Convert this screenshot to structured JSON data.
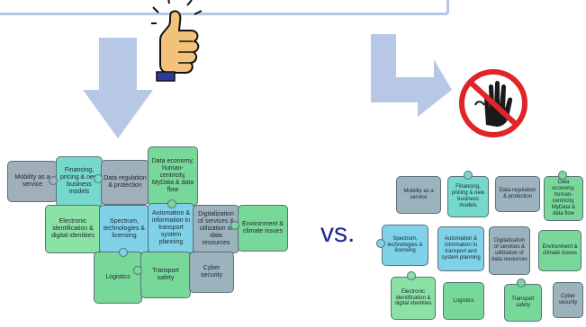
{
  "vs_label": "vs.",
  "colors": {
    "arrow": "#b7c8e6",
    "vs_text": "#1f2a8c",
    "stop_red": "#e0242a",
    "thumb_skin": "#f2c27a"
  },
  "left_puzzle": {
    "mobility": "Mobility as a service",
    "financing": "Financing, pricing & new business models",
    "data_reg": "Data regulation & protection",
    "data_economy": "Data economy, human-centricity, MyData & data flow",
    "eid": "Electronic identification & digital identities",
    "spectrum": "Spectrum, technologies & licensing",
    "automation": "Automation & information in transport system planning",
    "digitalization": "Digitalization of services & utilization of data resources",
    "environment": "Environment & climate issues",
    "logistics": "Logistics",
    "transport_safety": "Transport safety",
    "cyber": "Cyber security"
  },
  "right_puzzle": {
    "mobility": "Mobility as a service",
    "financing": "Financing, pricing & new business models",
    "data_reg": "Data regulation & protection",
    "data_economy": "Data economy, human-centricity, MyData & data flow",
    "spectrum": "Spectrum, technologies & licensing",
    "automation": "Automation & information in transport and system planning",
    "digitalization": "Digitalization of services & utilization of data resources",
    "environment": "Environment & climate issues",
    "eid": "Electronic identification & digital identities",
    "logistics": "Logistics",
    "transport_safety": "Transport safety",
    "cyber": "Cyber security"
  }
}
